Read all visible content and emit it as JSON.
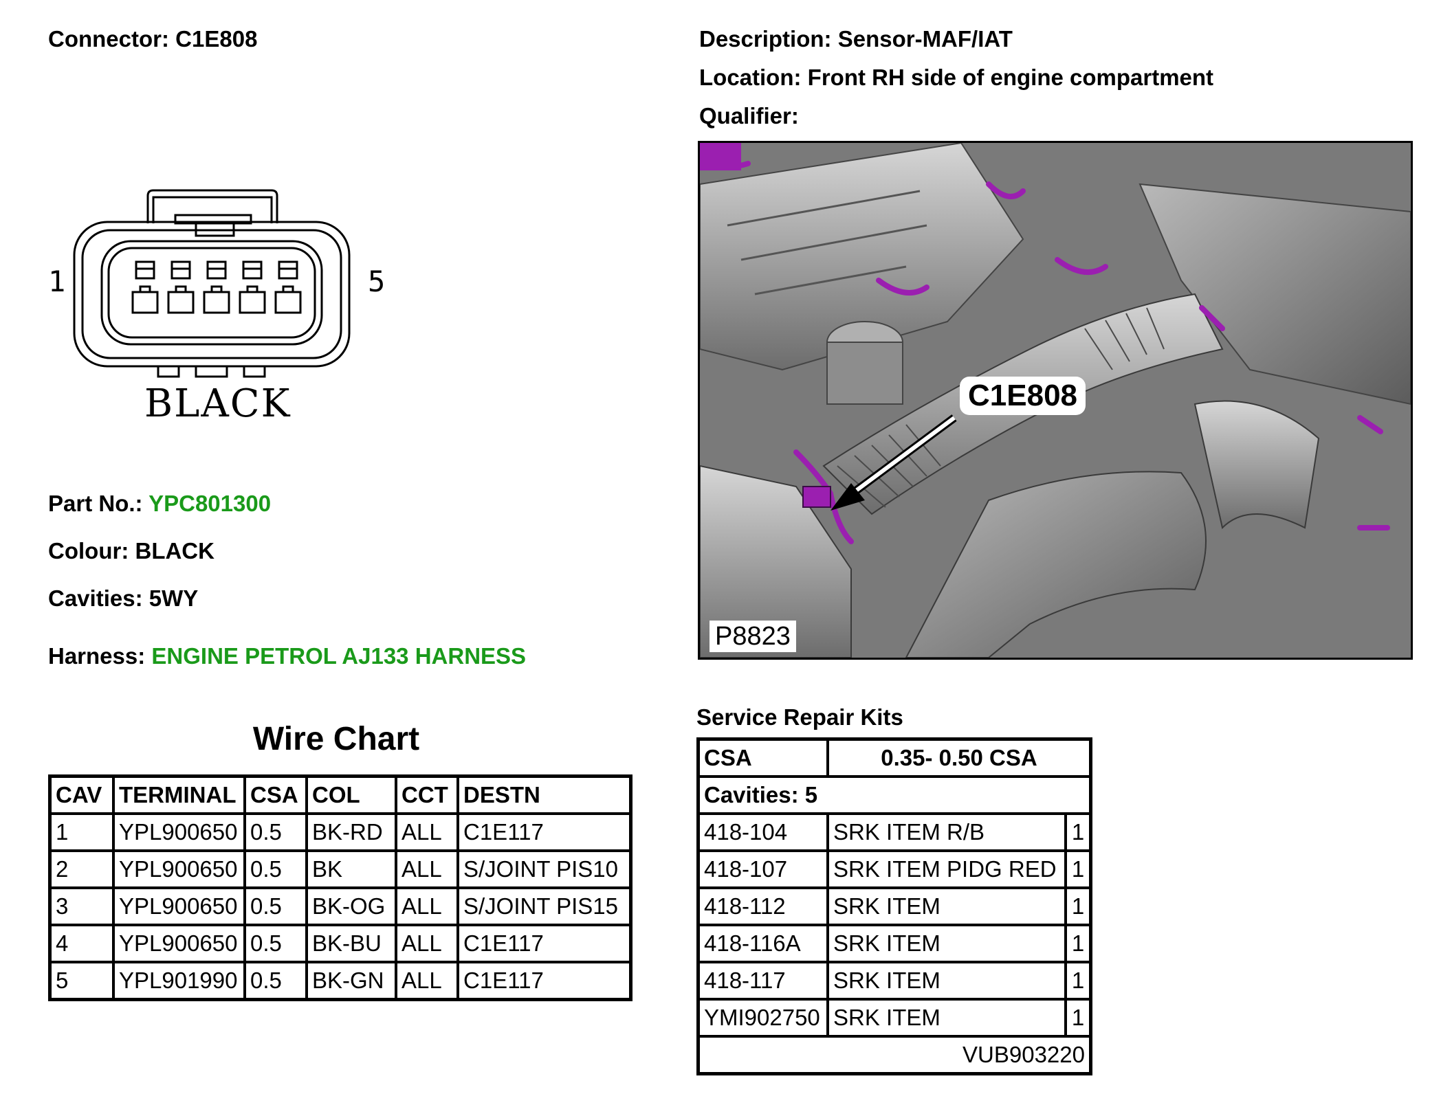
{
  "header": {
    "connector_label": "Connector:",
    "connector_value": "C1E808",
    "description_label": "Description:",
    "description_value": "Sensor-MAF/IAT",
    "location_label": "Location:",
    "location_value": "Front RH side of engine compartment",
    "qualifier_label": "Qualifier:",
    "qualifier_value": ""
  },
  "connector_diagram": {
    "pin_first": "1",
    "pin_last": "5",
    "cavity_count": 5,
    "colour_caption": "BLACK"
  },
  "details": {
    "part_no_label": "Part No.:",
    "part_no_value": "YPC801300",
    "colour_label": "Colour:",
    "colour_value": "BLACK",
    "cavities_label": "Cavities:",
    "cavities_value": "5WY",
    "harness_label": "Harness:",
    "harness_value": "ENGINE PETROL AJ133 HARNESS",
    "link_color": "#1a9a1a"
  },
  "photo": {
    "callout": "C1E808",
    "ref_code": "P8823",
    "highlight_color": "#9b1fb0"
  },
  "wire_chart": {
    "title": "Wire Chart",
    "headers": [
      "CAV",
      "TERMINAL",
      "CSA",
      "COL",
      "CCT",
      "DESTN"
    ],
    "rows": [
      [
        "1",
        "YPL900650",
        "0.5",
        "BK-RD",
        "ALL",
        "C1E117"
      ],
      [
        "2",
        "YPL900650",
        "0.5",
        "BK",
        "ALL",
        "S/JOINT PIS10"
      ],
      [
        "3",
        "YPL900650",
        "0.5",
        "BK-OG",
        "ALL",
        "S/JOINT PIS15"
      ],
      [
        "4",
        "YPL900650",
        "0.5",
        "BK-BU",
        "ALL",
        "C1E117"
      ],
      [
        "5",
        "YPL901990",
        "0.5",
        "BK-GN",
        "ALL",
        "C1E117"
      ]
    ]
  },
  "service_repair_kits": {
    "title": "Service Repair Kits",
    "csa_label": "CSA",
    "csa_value": "0.35- 0.50 CSA",
    "cavities": "Cavities: 5",
    "items": [
      [
        "418-104",
        "SRK ITEM R/B",
        "1"
      ],
      [
        "418-107",
        "SRK ITEM PIDG RED",
        "1"
      ],
      [
        "418-112",
        "SRK ITEM",
        "1"
      ],
      [
        "418-116A",
        "SRK ITEM",
        "1"
      ],
      [
        "418-117",
        "SRK ITEM",
        "1"
      ],
      [
        "YMI902750",
        "SRK ITEM",
        "1"
      ]
    ],
    "kit_number": "VUB903220"
  }
}
